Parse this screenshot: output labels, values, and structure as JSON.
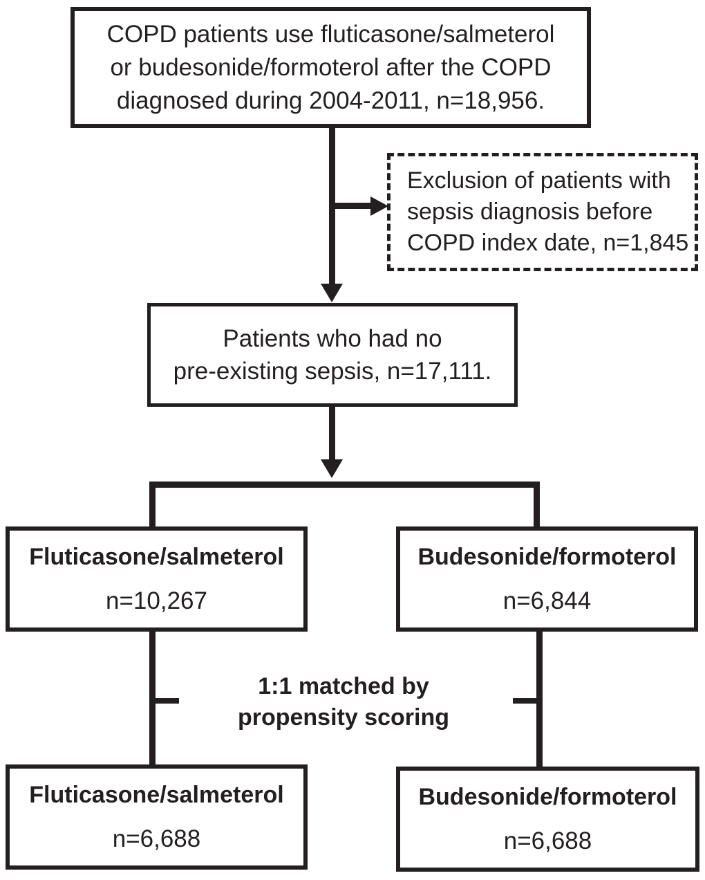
{
  "flowchart": {
    "description": "Patient selection flow diagram for COPD cohort study",
    "boxes": {
      "initial_cohort": {
        "text": "COPD patients use fluticasone/salmeterol\nor budesonide/formoterol after the COPD\ndiagnosed during 2004-2011, n=18,956.",
        "n": "18,956"
      },
      "exclusion": {
        "text": "Exclusion of patients with\nsepsis diagnosis before\nCOPD index date, n=1,845",
        "n": "1,845"
      },
      "no_preexisting_sepsis": {
        "text": "Patients who had no\npre-existing sepsis, n=17,111.",
        "n": "17,111"
      },
      "fluticasone_unmatched": {
        "title": "Fluticasone/salmeterol",
        "n_label": "n=10,267",
        "n": "10,267"
      },
      "budesonide_unmatched": {
        "title": "Budesonide/formoterol",
        "n_label": "n=6,844",
        "n": "6,844"
      },
      "fluticasone_matched": {
        "title": "Fluticasone/salmeterol",
        "n_label": "n=6,688",
        "n": "6,688"
      },
      "budesonide_matched": {
        "title": "Budesonide/formoterol",
        "n_label": "n=6,688",
        "n": "6,688"
      }
    },
    "labels": {
      "matching": "1:1 matched by\npropensity scoring"
    },
    "colors": {
      "line": "#231f20",
      "text": "#231f20",
      "background": "#ffffff"
    }
  }
}
